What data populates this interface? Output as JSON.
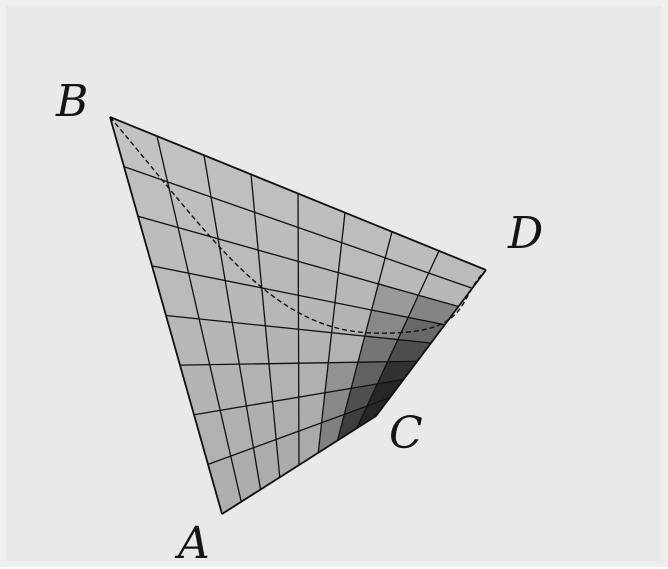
{
  "figure": {
    "vertices": [
      {
        "id": "A",
        "label": "A"
      },
      {
        "id": "B",
        "label": "B"
      },
      {
        "id": "C",
        "label": "C"
      },
      {
        "id": "D",
        "label": "D"
      }
    ],
    "grid_divisions": 8,
    "colors": {
      "background": "#e9e9e9",
      "surface_light": "#c4c4c4",
      "surface_mid": "#9b9b9b",
      "surface_dark": "#262626",
      "grid_line": "#111111",
      "label": "#151515"
    }
  }
}
